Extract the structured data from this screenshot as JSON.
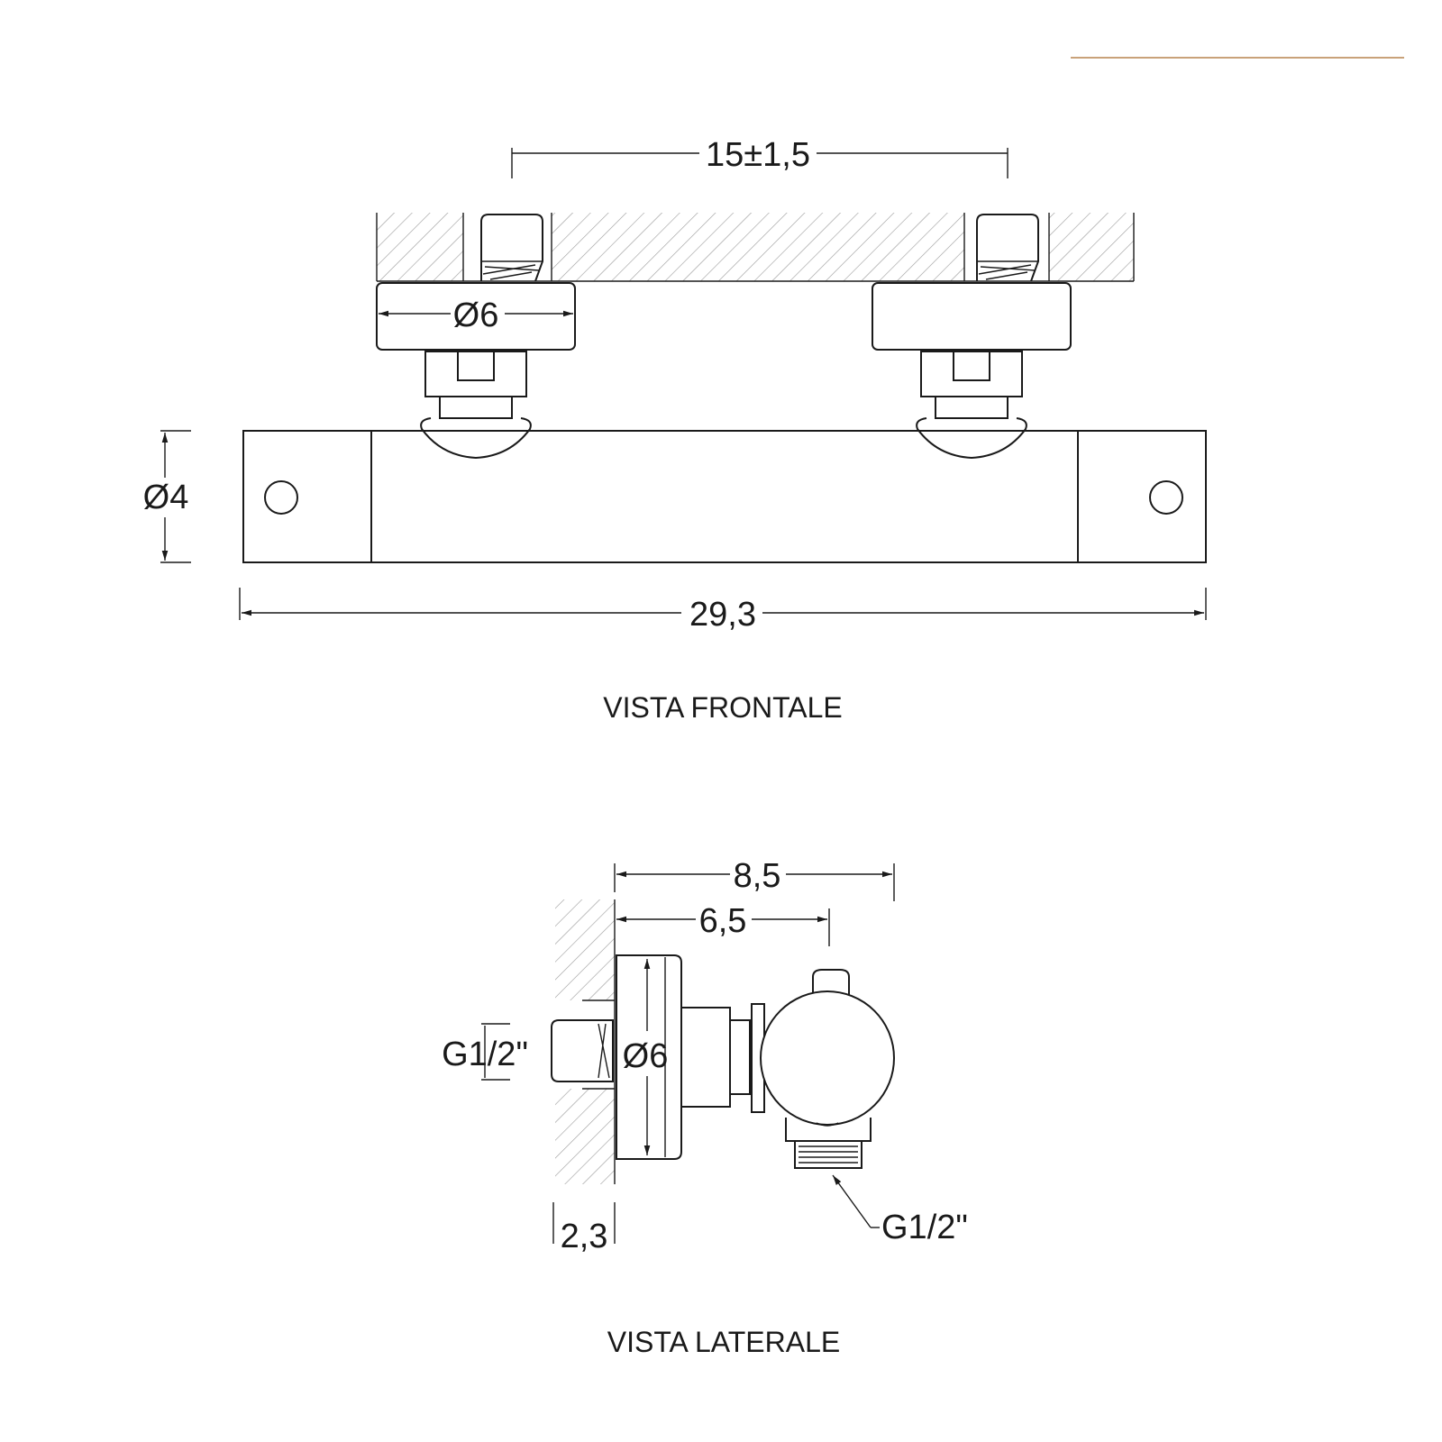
{
  "colors": {
    "accent_line": "#c9a27a",
    "ink": "#1a1a1a"
  },
  "front_view": {
    "caption": "VISTA FRONTALE",
    "dim_centers": "15±1,5",
    "dim_flange": "Ø6",
    "dim_body_diameter": "Ø4",
    "dim_length": "29,3"
  },
  "side_view": {
    "caption": "VISTA LATERALE",
    "dim_total_depth": "8,5",
    "dim_axis_depth": "6,5",
    "dim_inlet_thread": "G1/2\"",
    "dim_flange": "Ø6",
    "dim_wall_offset": "2,3",
    "dim_outlet_thread": "G1/2\""
  }
}
